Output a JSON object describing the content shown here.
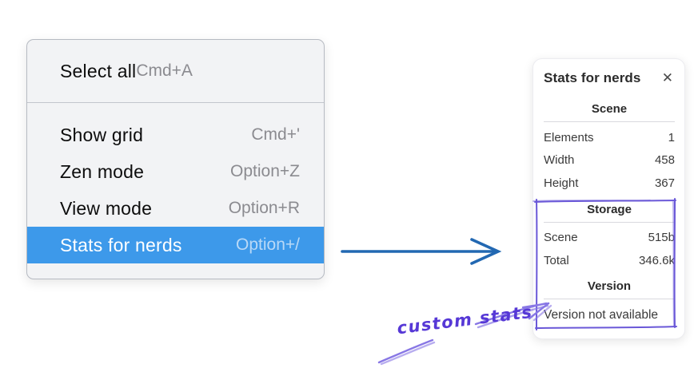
{
  "menu": {
    "items": [
      {
        "label": "Select all",
        "shortcut": "Cmd+A"
      },
      {
        "label": "Show grid",
        "shortcut": "Cmd+'"
      },
      {
        "label": "Zen mode",
        "shortcut": "Option+Z"
      },
      {
        "label": "View mode",
        "shortcut": "Option+R"
      },
      {
        "label": "Stats for nerds",
        "shortcut": "Option+/"
      }
    ],
    "highlighted_item": "Stats for nerds",
    "highlight_color": "#3d99ea"
  },
  "stats_panel": {
    "title": "Stats for nerds",
    "close_icon": "✕",
    "sections": [
      {
        "title": "Scene",
        "rows": [
          {
            "label": "Elements",
            "value": "1"
          },
          {
            "label": "Width",
            "value": "458"
          },
          {
            "label": "Height",
            "value": "367"
          }
        ]
      },
      {
        "title": "Storage",
        "rows": [
          {
            "label": "Scene",
            "value": "515b"
          },
          {
            "label": "Total",
            "value": "346.6k"
          }
        ]
      },
      {
        "title": "Version",
        "note": "Version not available"
      }
    ]
  },
  "annotation": {
    "label": "custom stats",
    "text_color": "#5638d6",
    "box_color": "#6a58d8",
    "arrow_color": "#8877e5"
  },
  "flow_arrow_color": "#2268b2"
}
